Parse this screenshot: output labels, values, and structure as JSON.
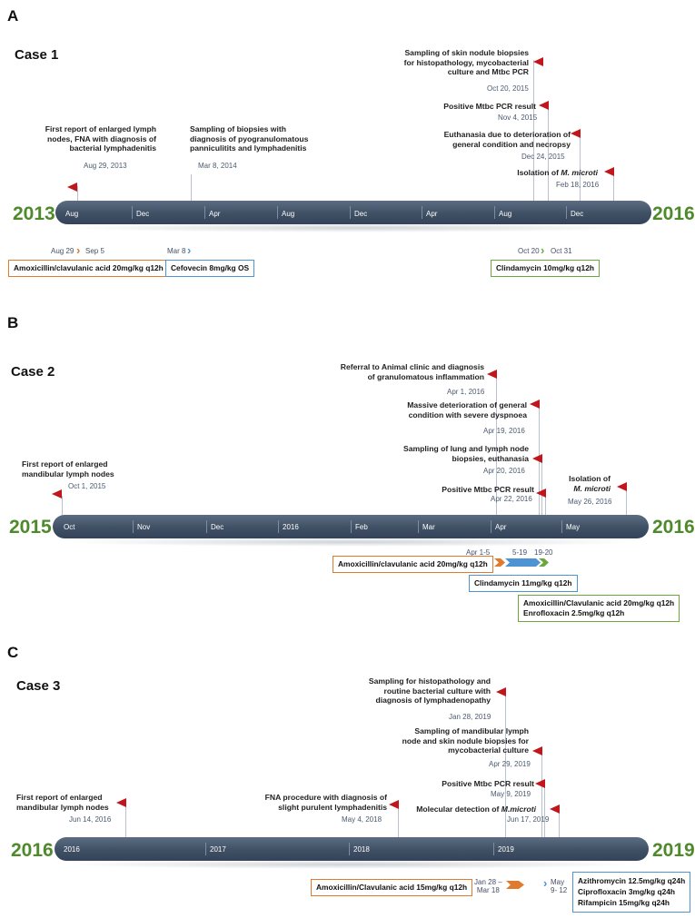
{
  "panelA": {
    "letter": "A",
    "case": "Case 1",
    "year_start": "2013",
    "year_end": "2016",
    "ticks": [
      "Aug",
      "Dec",
      "Apr",
      "Aug",
      "Dec",
      "Apr",
      "Aug",
      "Dec"
    ],
    "events": [
      {
        "text": "Sampling of skin nodule biopsies\nfor histopathology, mycobacterial\nculture and Mtbc PCR",
        "date": "Oct 20, 2015"
      },
      {
        "text": "Positive Mtbc PCR result",
        "date": "Nov 4, 2015"
      },
      {
        "text": "Euthanasia due to deterioration of\ngeneral condition and necropsy",
        "date": "Dec 24, 2015"
      },
      {
        "text_pre": "Isolation of ",
        "text_em": "M. microti",
        "date": "Feb 18, 2016"
      },
      {
        "text": "First report of enlarged lymph\nnodes, FNA with diagnosis of\nbacterial lymphadenitis",
        "date": "Aug 29, 2013"
      },
      {
        "text": "Sampling of biopsies with\ndiagnosis of pyogranulomatous\npanniculitits and lymphadenitis",
        "date": "Mar 8, 2014"
      }
    ],
    "treat_labels": [
      "Aug 29",
      "Sep 5",
      "Mar 8",
      "Oct 20",
      "Oct 31"
    ],
    "treatments": [
      "Amoxicillin/clavulanic acid 20mg/kg q12h",
      "Cefovecin 8mg/kg OS",
      "Clindamycin 10mg/kg q12h"
    ]
  },
  "panelB": {
    "letter": "B",
    "case": "Case 2",
    "year_start": "2015",
    "year_end": "2016",
    "ticks": [
      "Oct",
      "Nov",
      "Dec",
      "2016",
      "Feb",
      "Mar",
      "Apr",
      "May"
    ],
    "events": [
      {
        "text": "Referral to Animal clinic and diagnosis\nof granulomatous inflammation",
        "date": "Apr 1, 2016"
      },
      {
        "text": "Massive deterioration of general\ncondition with severe dyspnoea",
        "date": "Apr 19, 2016"
      },
      {
        "text": "Sampling of lung and lymph node\nbiopsies, euthanasia",
        "date": "Apr 20, 2016"
      },
      {
        "text": "Positive Mtbc PCR result",
        "date": "Apr 22, 2016"
      },
      {
        "text_pre": "Isolation of\n",
        "text_em": "M. microti",
        "date": "May 26, 2016"
      },
      {
        "text": "First report of enlarged\nmandibular lymph nodes",
        "date": "Oct 1, 2015"
      }
    ],
    "treat_labels": [
      "Apr 1-5",
      "5-19",
      "19-20"
    ],
    "treatments": [
      "Amoxicillin/clavulanic acid 20mg/kg q12h",
      "Clindamycin 11mg/kg q12h",
      "Amoxicillin/Clavulanic acid 20mg/kg q12h",
      "Enrofloxacin 2.5mg/kg q12h"
    ]
  },
  "panelC": {
    "letter": "C",
    "case": "Case 3",
    "year_start": "2016",
    "year_end": "2019",
    "ticks": [
      "2016",
      "2017",
      "2018",
      "2019"
    ],
    "events": [
      {
        "text": "Sampling for histopathology and\nroutine bacterial culture with\ndiagnosis of lymphadenopathy",
        "date": "Jan 28, 2019"
      },
      {
        "text": "Sampling of mandibular lymph\nnode and skin nodule biopsies for\nmycobacterial culture",
        "date": "Apr 29, 2019"
      },
      {
        "text": "Positive Mtbc PCR result",
        "date": "May 9, 2019"
      },
      {
        "text_pre": "Molecular detection of ",
        "text_em": "M.microti",
        "date": "Jun 17, 2019"
      },
      {
        "text": "First report of enlarged\nmandibular lymph nodes",
        "date": "Jun 14, 2016"
      },
      {
        "text": "FNA procedure with diagnosis of\nslight purulent lymphadenitis",
        "date": "May 4, 2018"
      }
    ],
    "treat_labels": [
      "Jan 28 –\nMar 18",
      "May\n9- 12"
    ],
    "treatments": [
      "Amoxicillin/Clavulanic acid 15mg/kg q12h",
      "Azithromycin 12.5mg/kg q24h",
      "Ciprofloxacin 3mg/kg q24h",
      "Rifampicin 15mg/kg q24h"
    ]
  },
  "colors": {
    "flag": "#c0161c",
    "bar": "#3f4f64",
    "year": "#4e8a2c",
    "orange": "#e07a2c",
    "blue": "#4e93d3",
    "green": "#6aa83d"
  }
}
